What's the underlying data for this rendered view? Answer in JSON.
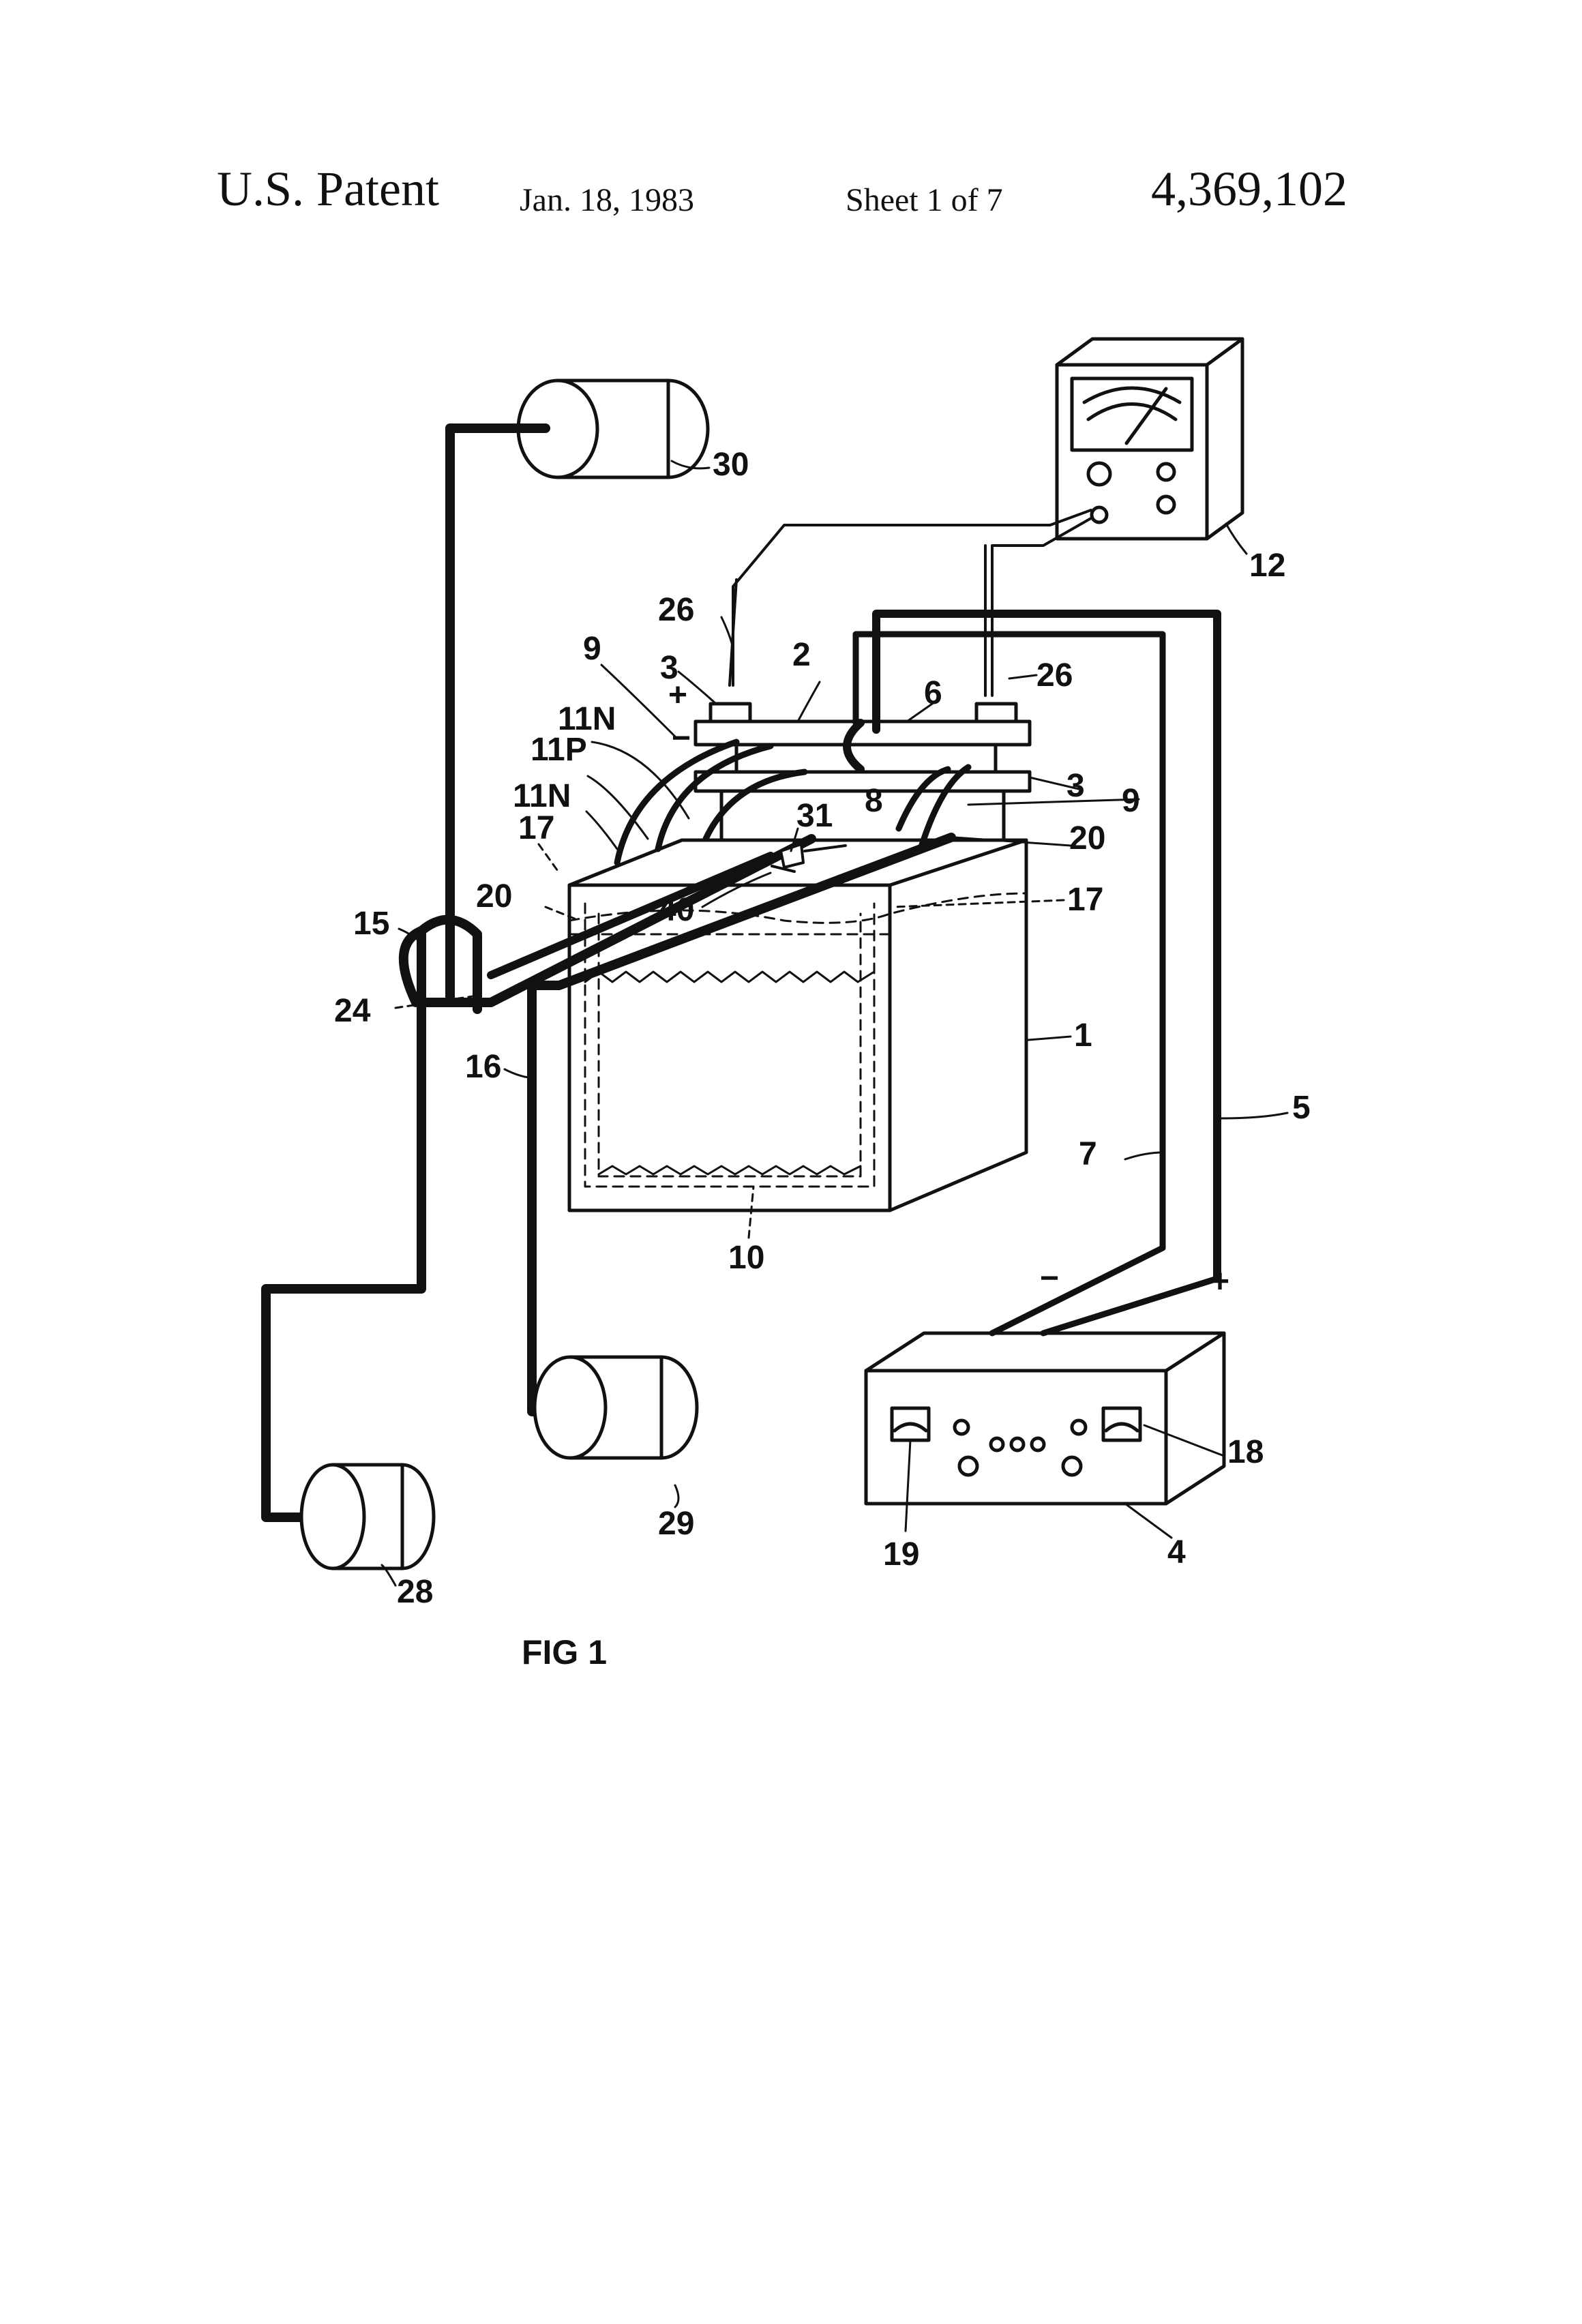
{
  "header": {
    "patent": "U.S. Patent",
    "date": "Jan. 18, 1983",
    "sheet": "Sheet 1 of 7",
    "number": "4,369,102"
  },
  "figure": {
    "caption": "FIG 1",
    "labels": {
      "l30": "30",
      "l12": "12",
      "l26a": "26",
      "l26b": "26",
      "l3a": "3",
      "l3b": "3",
      "l2": "2",
      "l6": "6",
      "l9a": "9",
      "l9b": "9",
      "l11Na": "11N",
      "l11P": "11P",
      "l11Nb": "11N",
      "l17a": "17",
      "l17b": "17",
      "l8": "8",
      "l31": "31",
      "l20a": "20",
      "l20b": "20",
      "l40": "40",
      "l15": "15",
      "l24": "24",
      "l16": "16",
      "l1": "1",
      "l5": "5",
      "l7": "7",
      "l10": "10",
      "l18": "18",
      "l19": "19",
      "l4": "4",
      "l29": "29",
      "l28": "28",
      "plus_main": "+",
      "minus_main": "−",
      "plus_psu": "+",
      "minus_psu": "−"
    }
  }
}
